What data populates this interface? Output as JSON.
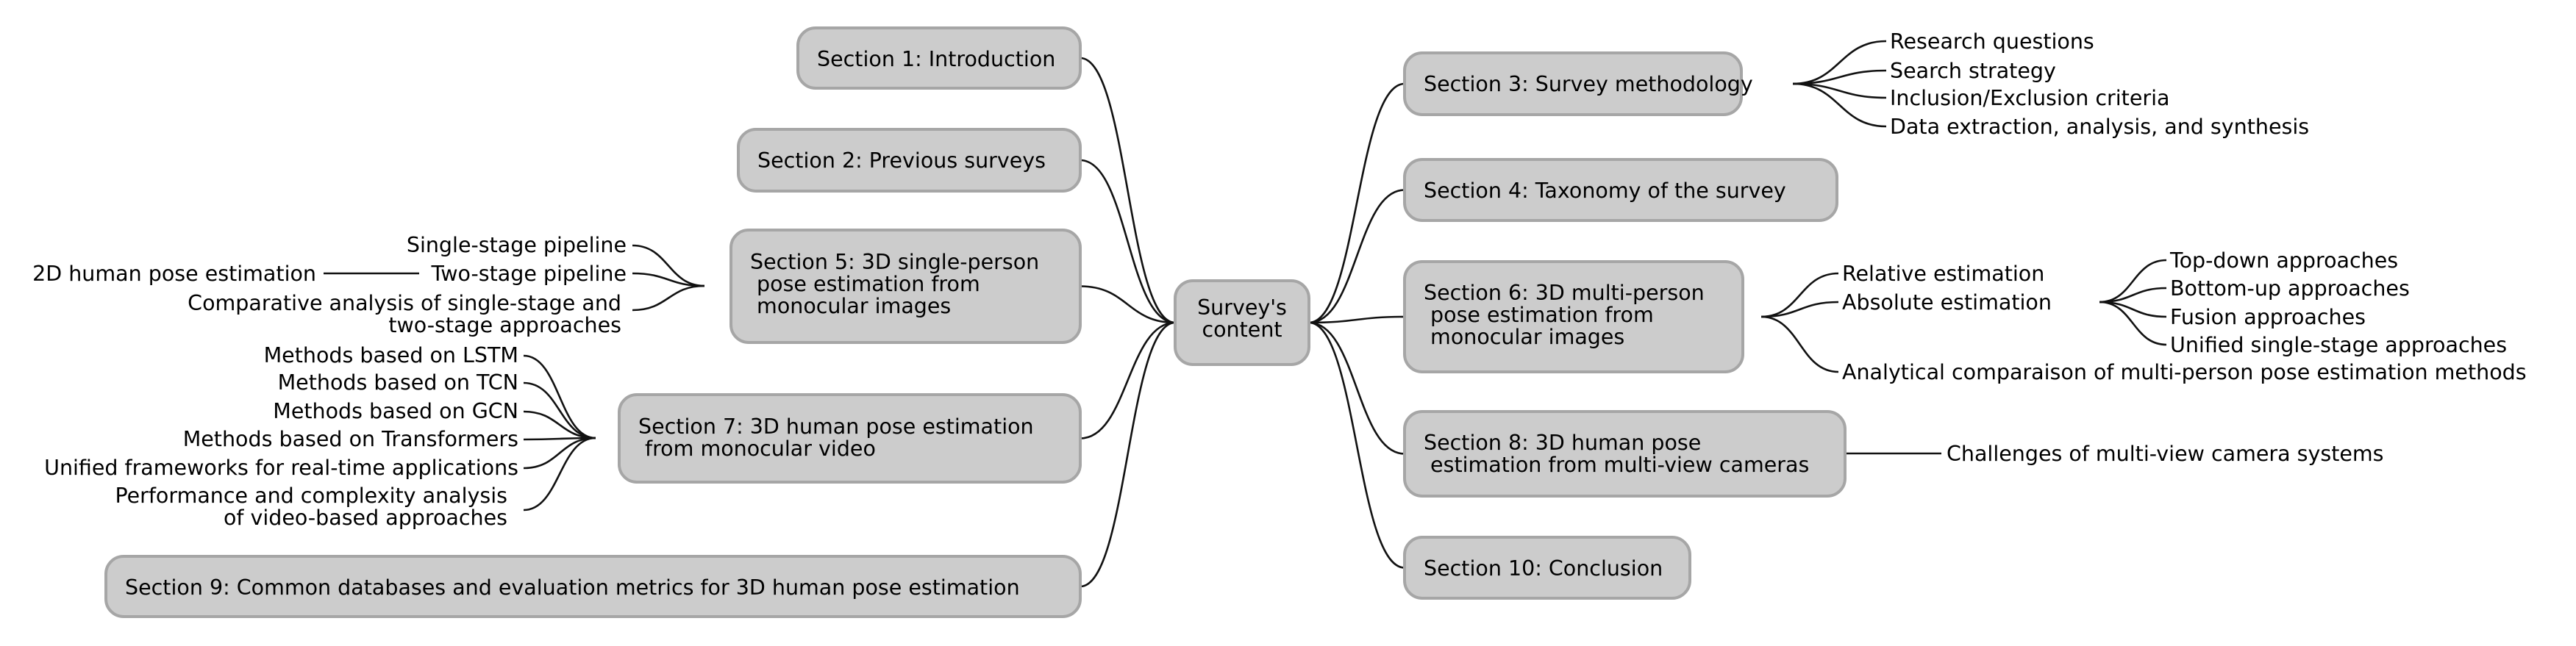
{
  "root": {
    "lines": [
      "Survey's",
      "content"
    ]
  },
  "left_sections": [
    {
      "id": "s1",
      "lines": [
        "Section 1: Introduction"
      ]
    },
    {
      "id": "s2",
      "lines": [
        "Section 2: Previous surveys"
      ]
    },
    {
      "id": "s5",
      "lines": [
        "Section 5: 3D single-person",
        " pose estimation from",
        " monocular images"
      ]
    },
    {
      "id": "s7",
      "lines": [
        "Section 7: 3D human pose estimation",
        " from monocular video"
      ]
    },
    {
      "id": "s9",
      "lines": [
        "Section 9: Common databases and evaluation metrics for 3D human pose estimation"
      ]
    }
  ],
  "right_sections": [
    {
      "id": "s3",
      "lines": [
        "Section 3: Survey methodology"
      ]
    },
    {
      "id": "s4",
      "lines": [
        "Section 4: Taxonomy of the survey"
      ]
    },
    {
      "id": "s6",
      "lines": [
        "Section 6: 3D multi-person",
        " pose estimation from",
        " monocular images"
      ]
    },
    {
      "id": "s8",
      "lines": [
        "Section 8: 3D human pose",
        " estimation from multi-view cameras"
      ]
    },
    {
      "id": "s10",
      "lines": [
        "Section 10: Conclusion"
      ]
    }
  ],
  "leaves": {
    "s3": [
      "Research questions",
      "Search strategy",
      "Inclusion/Exclusion criteria",
      "Data extraction, analysis, and synthesis"
    ],
    "s5": [
      [
        "Single-stage pipeline"
      ],
      [
        "Two-stage pipeline"
      ],
      [
        "Comparative analysis of single-stage and",
        "two-stage approaches"
      ]
    ],
    "s5_two_stage_child": "2D human pose estimation",
    "s6": [
      "Relative estimation",
      "Absolute estimation",
      "Analytical comparaison of multi-person pose estimation methods"
    ],
    "s6_absolute_children": [
      "Top-down approaches",
      "Bottom-up approaches",
      "Fusion approaches",
      "Unified single-stage approaches"
    ],
    "s7": [
      [
        "Methods based on LSTM"
      ],
      [
        "Methods based on TCN"
      ],
      [
        "Methods based on GCN"
      ],
      [
        "Methods based on Transformers"
      ],
      [
        "Unified frameworks for real-time applications"
      ],
      [
        "Performance and complexity analysis",
        "of video-based approaches"
      ]
    ],
    "s8": [
      "Challenges of multi-view camera systems"
    ]
  }
}
